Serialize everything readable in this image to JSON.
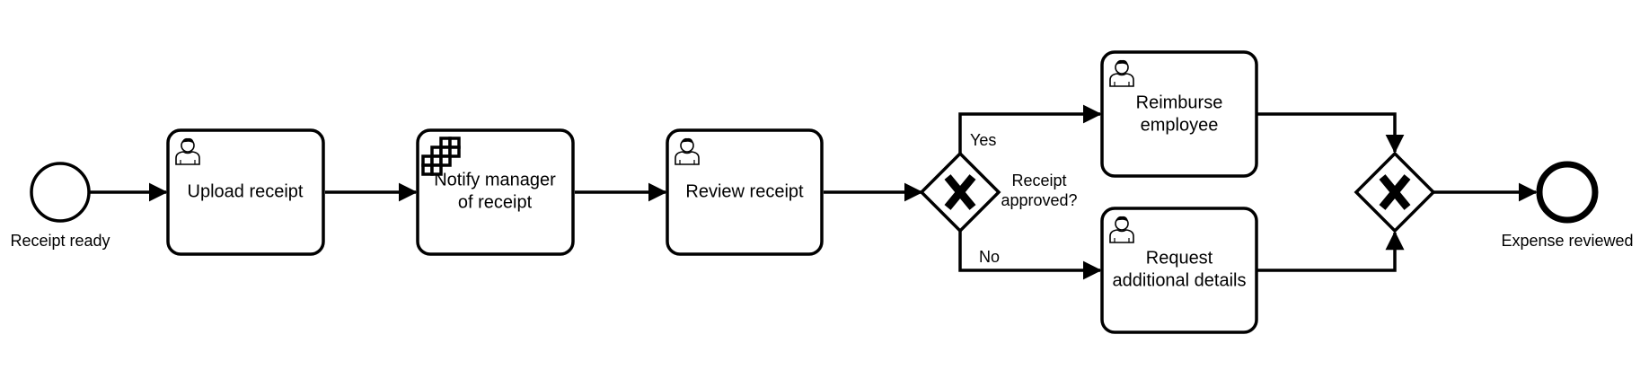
{
  "diagram": {
    "start_event": {
      "label": "Receipt ready"
    },
    "end_event": {
      "label": "Expense reviewed"
    },
    "tasks": [
      {
        "id": "upload",
        "type": "user",
        "lines": [
          "Upload receipt"
        ]
      },
      {
        "id": "notify",
        "type": "service",
        "lines": [
          "Notify manager",
          "of receipt"
        ]
      },
      {
        "id": "review",
        "type": "user",
        "lines": [
          "Review receipt"
        ]
      },
      {
        "id": "reimburse",
        "type": "user",
        "lines": [
          "Reimburse",
          "employee"
        ]
      },
      {
        "id": "request",
        "type": "user",
        "lines": [
          "Request",
          "additional details"
        ]
      }
    ],
    "split_gateway": {
      "type": "exclusive",
      "label_lines": [
        "Receipt",
        "approved?"
      ]
    },
    "join_gateway": {
      "type": "exclusive"
    },
    "flow_labels": {
      "yes": "Yes",
      "no": "No"
    },
    "icons": {
      "user_task": "user-icon",
      "service_task": "service-icon"
    },
    "colors": {
      "stroke": "#000000",
      "fill": "#ffffff",
      "service_dark": "#2f6fc8",
      "service_mid": "#4a90e2",
      "service_light": "#a9c9ef"
    }
  }
}
